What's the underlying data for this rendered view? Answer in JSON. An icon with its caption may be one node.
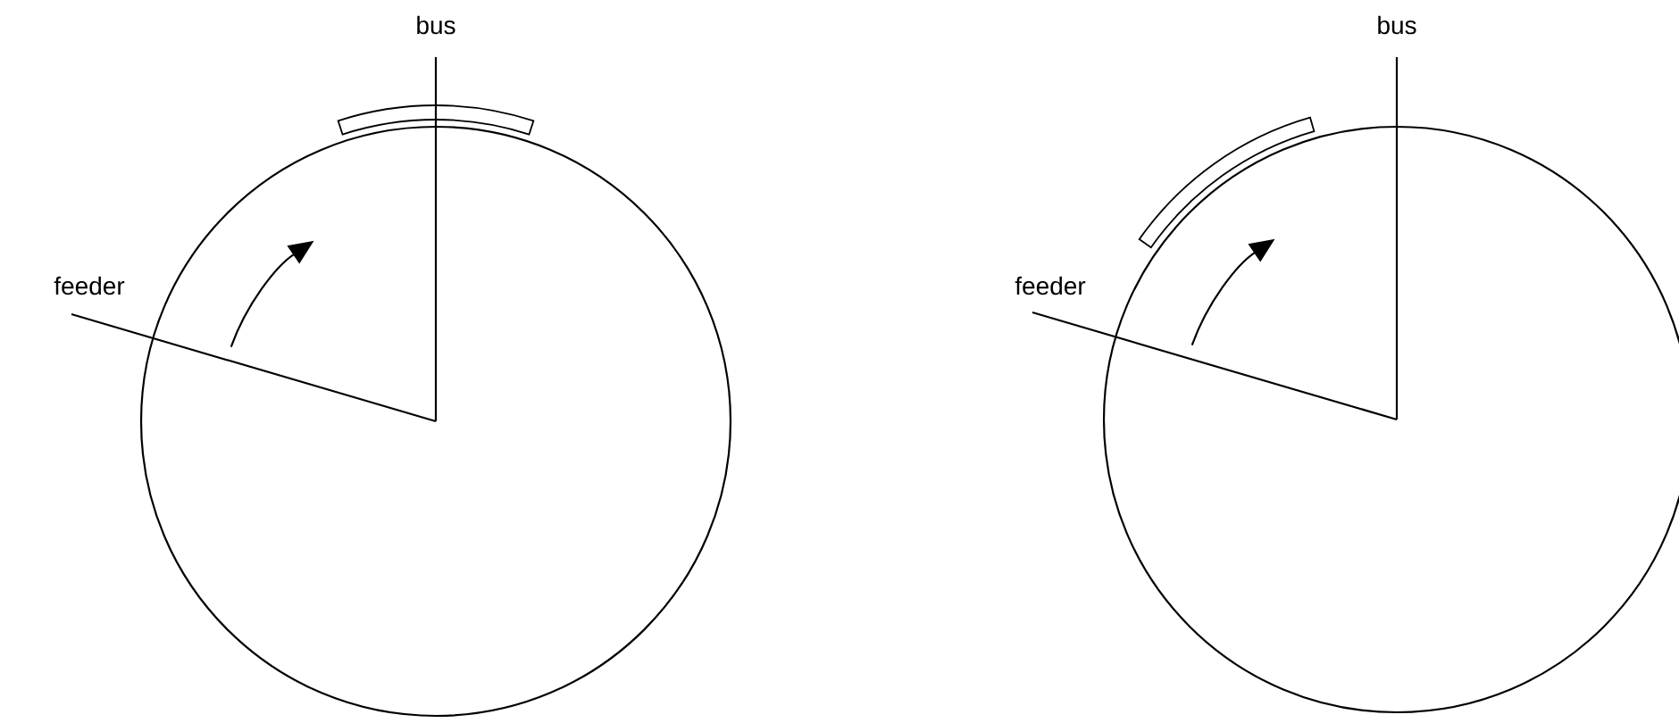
{
  "diagram": {
    "labels": [
      "bus",
      "bus",
      "feeder",
      "feeder"
    ]
  }
}
